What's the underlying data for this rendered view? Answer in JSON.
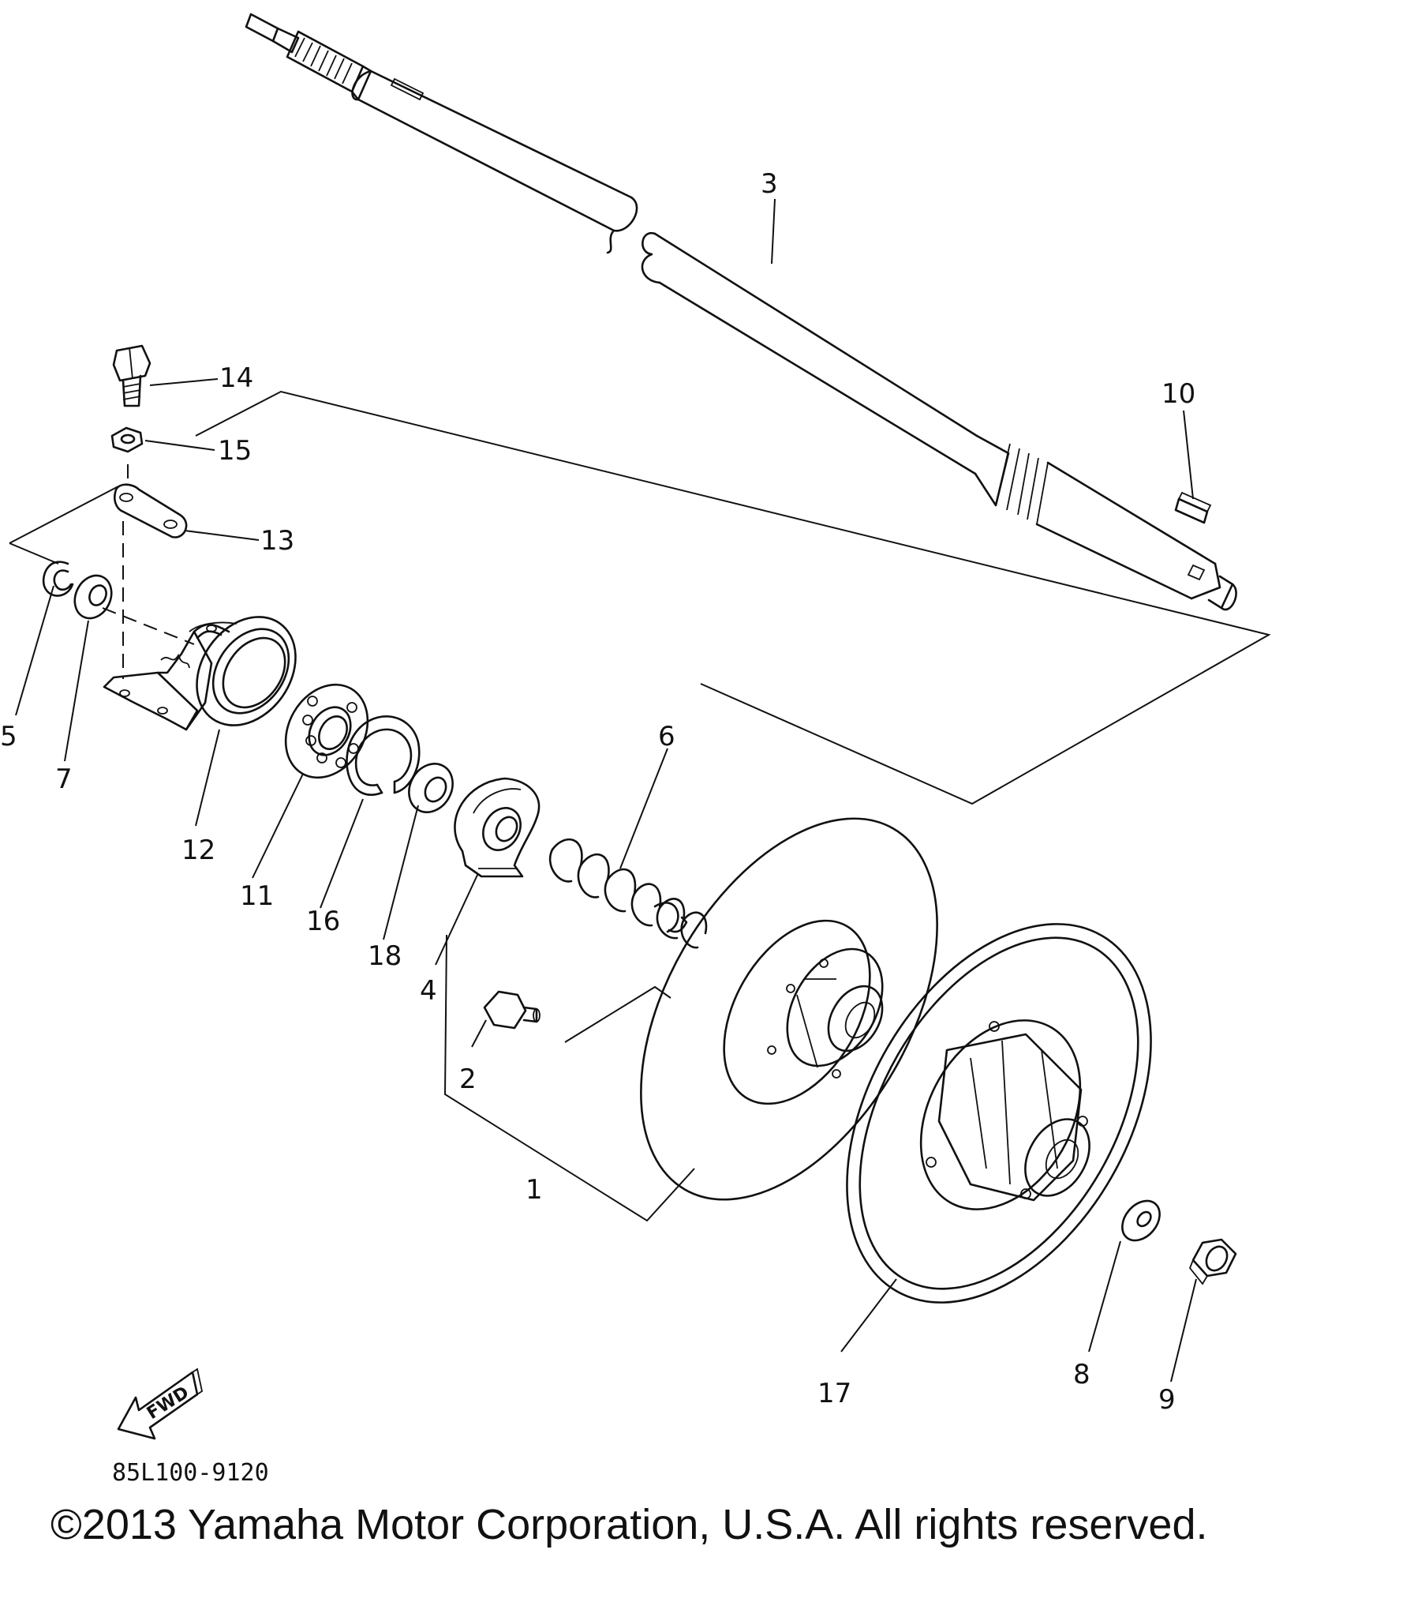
{
  "diagram": {
    "callouts": [
      "1",
      "2",
      "3",
      "4",
      "5",
      "6",
      "7",
      "8",
      "9",
      "10",
      "11",
      "12",
      "13",
      "14",
      "15",
      "16",
      "17",
      "18"
    ],
    "fwd_label": "FWD",
    "code": "85L100-9120",
    "copyright": "©2013 Yamaha Motor Corporation, U.S.A. All rights reserved."
  }
}
